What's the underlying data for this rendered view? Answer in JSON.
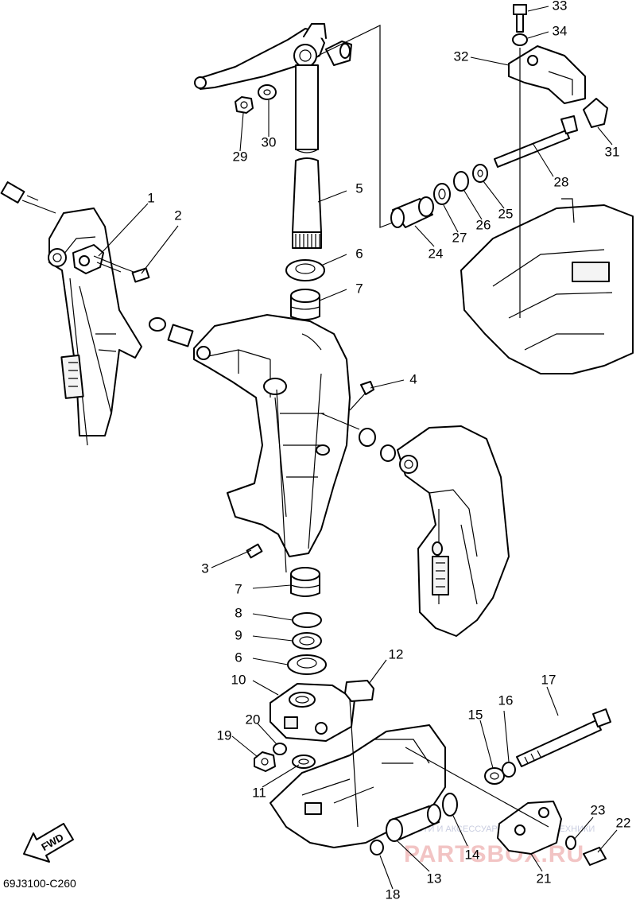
{
  "diagram_code": "69J3100-C260",
  "fwd_label": "FWD",
  "watermark": {
    "line1": "ЗАПЧАСТИ И АКСЕССУАРЫ ДЛЯ МОТОТЕХНИКИ",
    "line2": "PARTSBOX.RU"
  },
  "callouts": [
    {
      "label": "1"
    },
    {
      "label": "2"
    },
    {
      "label": "3"
    },
    {
      "label": "4"
    },
    {
      "label": "5"
    },
    {
      "label": "6"
    },
    {
      "label": "7"
    },
    {
      "label": "7"
    },
    {
      "label": "8"
    },
    {
      "label": "9"
    },
    {
      "label": "6"
    },
    {
      "label": "10"
    },
    {
      "label": "11"
    },
    {
      "label": "12"
    },
    {
      "label": "13"
    },
    {
      "label": "14"
    },
    {
      "label": "15"
    },
    {
      "label": "16"
    },
    {
      "label": "17"
    },
    {
      "label": "18"
    },
    {
      "label": "19"
    },
    {
      "label": "20"
    },
    {
      "label": "21"
    },
    {
      "label": "22"
    },
    {
      "label": "23"
    },
    {
      "label": "24"
    },
    {
      "label": "25"
    },
    {
      "label": "26"
    },
    {
      "label": "27"
    },
    {
      "label": "28"
    },
    {
      "label": "29"
    },
    {
      "label": "30"
    },
    {
      "label": "31"
    },
    {
      "label": "32"
    },
    {
      "label": "33"
    },
    {
      "label": "34"
    }
  ]
}
